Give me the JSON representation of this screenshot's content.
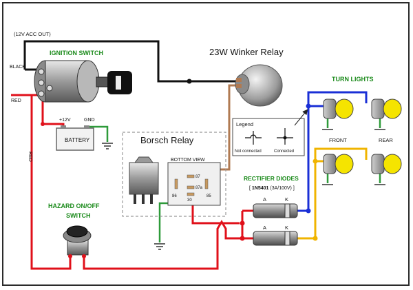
{
  "labels": {
    "acc_out": "(12V ACC OUT)",
    "ignition_switch": "IGNITION SWITCH",
    "winker_relay": "23W Winker Relay",
    "black": "BLACK",
    "red_top": "RED",
    "red_side": "RED",
    "plus12v": "+12V",
    "gnd": "GND",
    "battery": "BATTERY",
    "borsch_relay": "Borsch Relay",
    "bottom_view": "BOTTOM VIEW",
    "pin87": "87",
    "pin87a": "87a",
    "pin86": "86",
    "pin85": "85",
    "pin30": "30",
    "legend_title": "Legend",
    "not_connected": "Not connected",
    "connected": "Connected",
    "turn_lights": "TURN LIGHTS",
    "front": "FRONT",
    "rear": "REAR",
    "rectifier_diodes": "RECTIFIER DIODES",
    "diode_spec_part": "1N5401",
    "diode_spec_rating": "(3A/100V)",
    "anode_1": "A",
    "cathode_1": "K",
    "anode_2": "A",
    "cathode_2": "K",
    "hazard_line1": "HAZARD ON/OFF",
    "hazard_line2": "SWITCH"
  },
  "colors": {
    "wire_black": "#111111",
    "wire_red": "#e0101a",
    "wire_blue": "#1a2fd6",
    "wire_yellow": "#f0b400",
    "wire_green": "#2e9b3a",
    "wire_brown": "#b07a52",
    "label_green": "#1a8a1a",
    "lamp_yellow": "#f5e400"
  }
}
